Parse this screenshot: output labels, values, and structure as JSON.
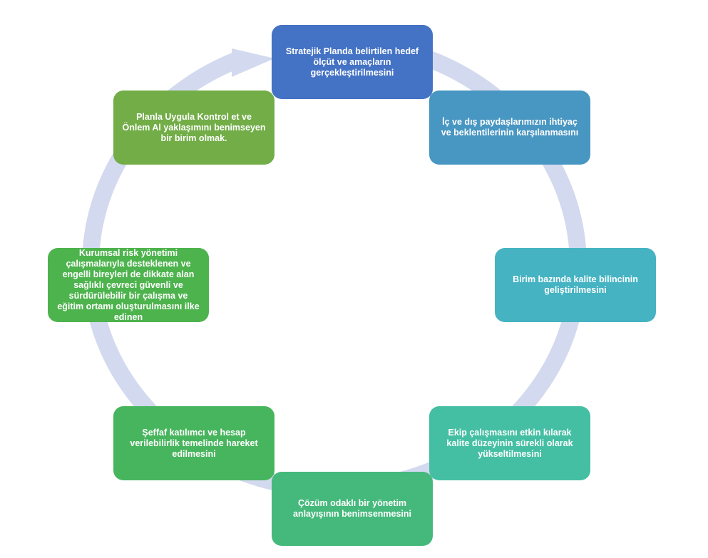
{
  "diagram": {
    "nodes": [
      {
        "text": "Stratejik Planda belirtilen hedef ölçüt ve amaçların gerçekleştirilmesini",
        "color": "#4472c4"
      },
      {
        "text": "İç ve dış paydaşlarımızın ihtiyaç ve beklentilerinin karşılanmasını",
        "color": "#4896c2"
      },
      {
        "text": "Birim bazında kalite bilincinin geliştirilmesini",
        "color": "#45b3c2"
      },
      {
        "text": "Ekip çalışmasını etkin kılarak kalite düzeyinin sürekli olarak yükseltilmesini",
        "color": "#45bfa3"
      },
      {
        "text": "Çözüm odaklı bir yönetim anlayışının benimsenmesini",
        "color": "#45b97c"
      },
      {
        "text": "Şeffaf katılımcı ve hesap verilebilirlik temelinde hareket edilmesini",
        "color": "#47b55d"
      },
      {
        "text": "Kurumsal risk yönetimi çalışmalarıyla desteklenen ve engelli bireyleri de dikkate alan sağlıklı çevreci güvenli ve sürdürülebilir bir çalışma ve eğitim ortamı oluşturulmasını ilke edinen",
        "color": "#4db34d"
      },
      {
        "text": "Planla Uygula Kontrol et ve Önlem Al yaklaşımını benimseyen bir birim olmak.",
        "color": "#72ad47"
      }
    ],
    "ring_color": "#d3d9ee"
  }
}
